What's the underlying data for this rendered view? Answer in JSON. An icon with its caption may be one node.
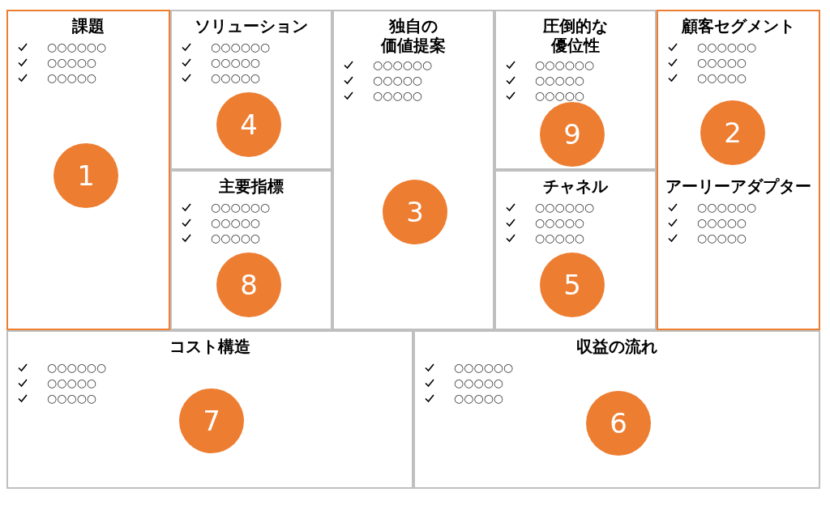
{
  "diagram": {
    "nodes": [
      {
        "text": [
          "課題",
          "○○○○○○",
          "○○○○○",
          "○○○○○"
        ]
      },
      {
        "text": [
          "1"
        ],
        "in": 0
      },
      {
        "text": [
          "ソリューション",
          "○○○○○○",
          "○○○○○",
          "○○○○○"
        ]
      },
      {
        "text": [
          "4"
        ],
        "in": 2
      },
      {
        "text": [
          "主要指標",
          "○○○○○○",
          "○○○○○",
          "○○○○○"
        ]
      },
      {
        "text": [
          "8"
        ],
        "in": 4
      },
      {
        "text": [
          "独自の価値提案",
          "○○○○○○",
          "○○○○○",
          "○○○○○"
        ]
      },
      {
        "text": [
          "3"
        ],
        "in": 6
      },
      {
        "text": [
          "圧倒的な優位性",
          "○○○○○○",
          "○○○○○",
          "○○○○○"
        ]
      },
      {
        "text": [
          "9"
        ],
        "in": 8
      },
      {
        "text": [
          "チャネル",
          "○○○○○○",
          "○○○○○",
          "○○○○○"
        ]
      },
      {
        "text": [
          "5"
        ],
        "in": 10
      },
      {
        "text": [
          "顧客セグメント",
          "○○○○○○",
          "○○○○○",
          "○○○○○",
          "アーリーアダプター",
          "○○○○○○",
          "○○○○○",
          "○○○○○"
        ]
      },
      {
        "text": [
          "2"
        ],
        "in": 12
      },
      {
        "text": [
          "コスト構造",
          "○○○○○○",
          "○○○○○",
          "○○○○○"
        ]
      },
      {
        "text": [
          "7"
        ],
        "in": 14
      },
      {
        "text": [
          "収益の流れ",
          "○○○○○○",
          "○○○○○",
          "○○○○○"
        ]
      },
      {
        "text": [
          "6"
        ],
        "in": 16
      }
    ],
    "edges": []
  }
}
